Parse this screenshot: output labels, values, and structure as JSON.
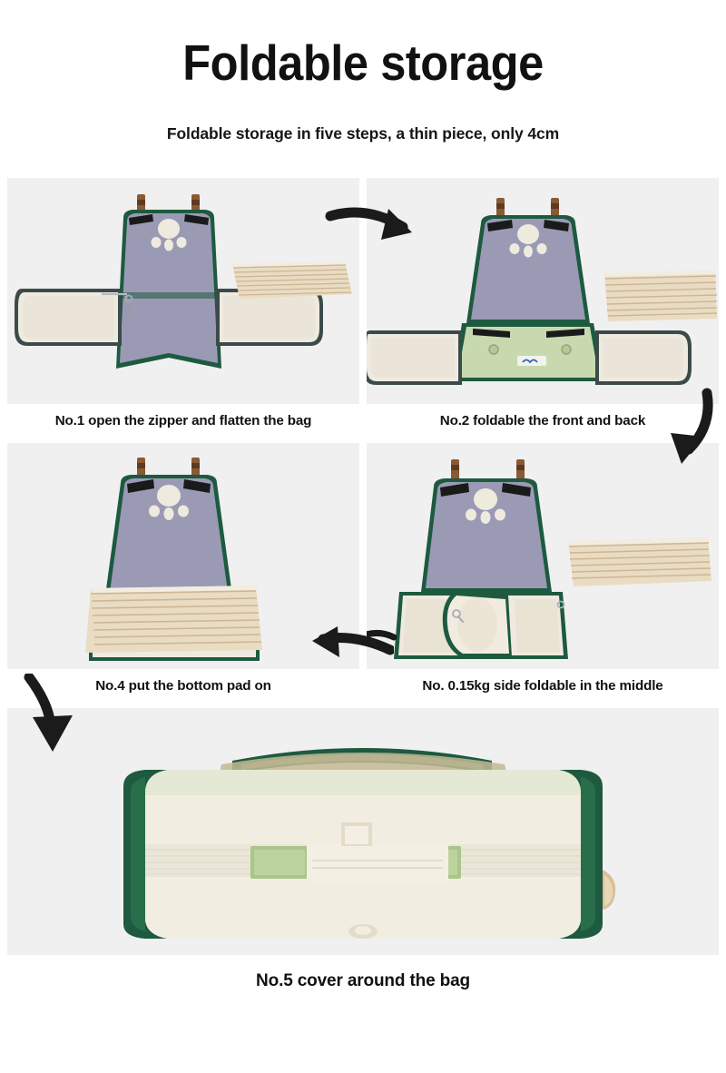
{
  "header": {
    "title": "Foldable storage",
    "subtitle": "Foldable storage in five steps, a thin piece, only 4cm"
  },
  "steps": [
    {
      "id": "step-1",
      "caption": "No.1 open the zipper and flatten the bag"
    },
    {
      "id": "step-2",
      "caption": "No.2 foldable the front and back"
    },
    {
      "id": "step-4",
      "caption": "No.4 put the bottom pad on"
    },
    {
      "id": "step-3",
      "caption": "No. 0.15kg side foldable in the middle"
    },
    {
      "id": "step-5",
      "caption": "No.5 cover around the bag"
    }
  ],
  "arrows": [
    {
      "name": "arrow-step1-to-step2",
      "direction": "right"
    },
    {
      "name": "arrow-step2-to-step3",
      "direction": "down"
    },
    {
      "name": "arrow-step3-to-step4",
      "direction": "left"
    },
    {
      "name": "arrow-step4-to-step5",
      "direction": "down"
    }
  ],
  "colors": {
    "panel_background": "#f0f0f1",
    "page_background": "#ffffff",
    "text": "#111111",
    "bag_trim_green": "#1d5a3f",
    "bag_interior_purple": "#9a9ab5",
    "bag_base_green": "#c8d9b0",
    "bag_body_cream": "#f2ede1",
    "pad_stripe_tan": "#d8c4a0",
    "handle_black": "#1a1a1a",
    "strap_brown": "#8a5a34",
    "logo_blue": "#2f66b5"
  }
}
